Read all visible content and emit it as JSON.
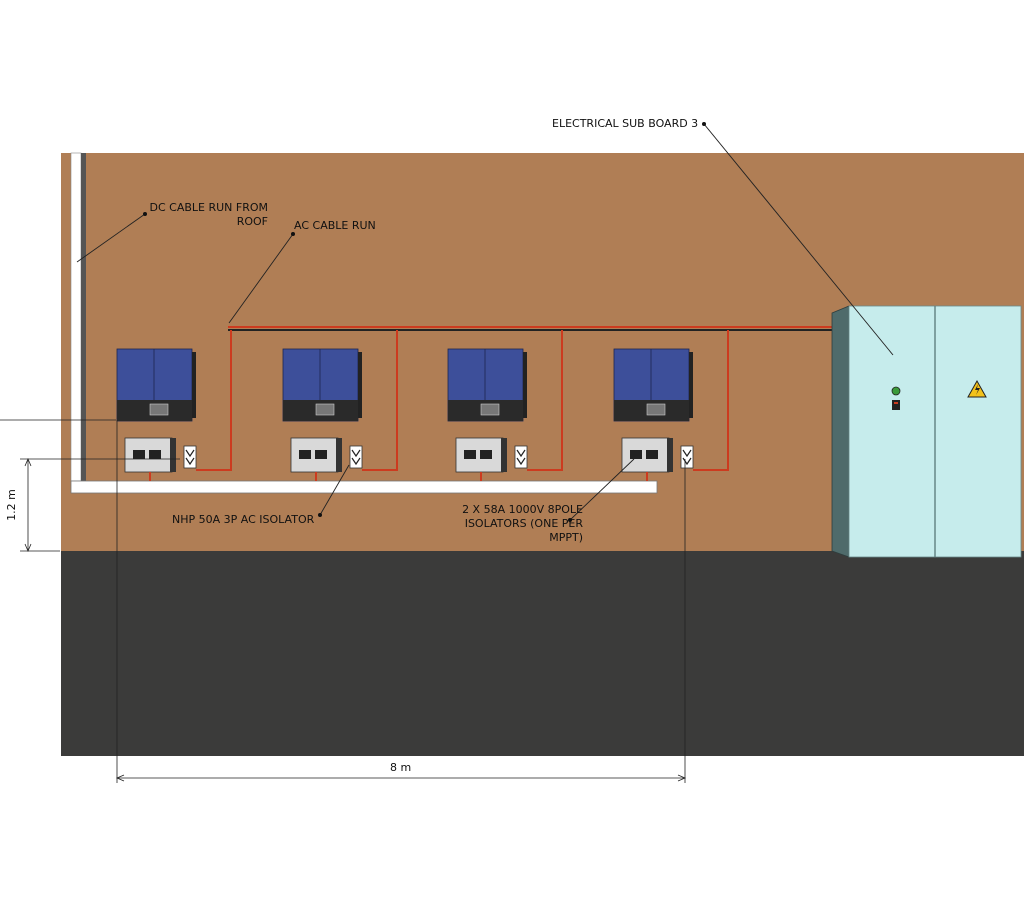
{
  "colors": {
    "wall": "#b07e55",
    "floor": "#3b3b3a",
    "inverter_body": "#3d4f9a",
    "inverter_base": "#2a2a2a",
    "cable": "#cc3b1f",
    "board": "#c6ecec",
    "board_side": "#4f6b6b",
    "shelf": "#ffffff"
  },
  "labels": {
    "sub_board": "ELECTRICAL SUB BOARD 3",
    "dc_cable": "DC CABLE RUN FROM ROOF",
    "ac_cable": "AC CABLE RUN",
    "ac_isolator": "NHP 50A 3P AC ISOLATOR",
    "dc_isolators": "2 X 58A 1000V 8POLE ISOLATORS (ONE PER MPPT)",
    "height_dim": "1.2 m",
    "width_dim": "8 m"
  },
  "inverter_count": 4
}
